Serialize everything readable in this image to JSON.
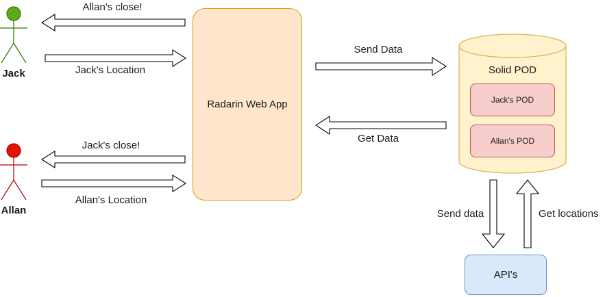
{
  "actors": [
    {
      "name": "Jack",
      "color": "#60a917",
      "stroke": "#2d7600"
    },
    {
      "name": "Allan",
      "color": "#e51400",
      "stroke": "#b20000"
    }
  ],
  "edges": {
    "allans_close": "Allan's close!",
    "jacks_location": "Jack's Location",
    "jacks_close": "Jack's close!",
    "allans_location": "Allan's Location",
    "send_data": "Send Data",
    "get_data": "Get Data",
    "send_data_api": "Send data",
    "get_locations": "Get locations"
  },
  "nodes": {
    "webapp": "Radarin Web App",
    "solid_pod": "Solid POD",
    "jacks_pod": "Jack's POD",
    "allans_pod": "Allan's POD",
    "apis": "API's"
  },
  "colors": {
    "webapp_fill": "#ffe6cc",
    "cylinder_fill": "#fff2cc",
    "cylinder_stroke": "#d6b656",
    "pod_fill": "#f8cecc",
    "api_fill": "#dae8fc"
  }
}
